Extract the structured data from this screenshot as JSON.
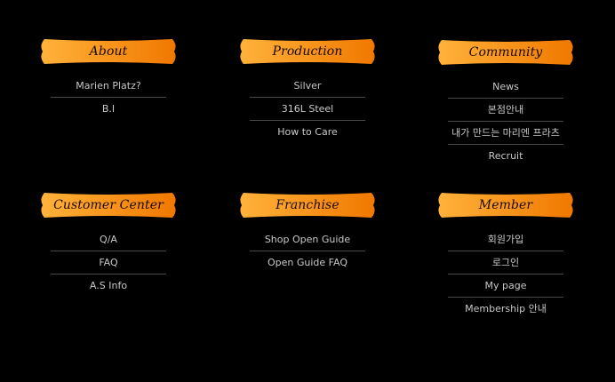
{
  "colors": {
    "background": "#000000",
    "banner_light": "#ffb23a",
    "banner_dark": "#f07800",
    "banner_text": "#1a0a00",
    "menu_text": "#c8c8c8",
    "divider": "#4a4a4a"
  },
  "sections": [
    {
      "title": "About",
      "items": [
        "Marien Platz?",
        "B.I"
      ]
    },
    {
      "title": "Production",
      "items": [
        "Silver",
        "316L Steel",
        "How to Care"
      ]
    },
    {
      "title": "Community",
      "items": [
        "News",
        "본점안내",
        "내가 만드는 마리엔 프라츠",
        "Recruit"
      ]
    },
    {
      "title": "Customer Center",
      "items": [
        "Q/A",
        "FAQ",
        "A.S Info"
      ]
    },
    {
      "title": "Franchise",
      "items": [
        "Shop Open Guide",
        "Open Guide FAQ"
      ]
    },
    {
      "title": "Member",
      "items": [
        "회원가입",
        "로그인",
        "My page",
        "Membership 안내"
      ]
    }
  ]
}
